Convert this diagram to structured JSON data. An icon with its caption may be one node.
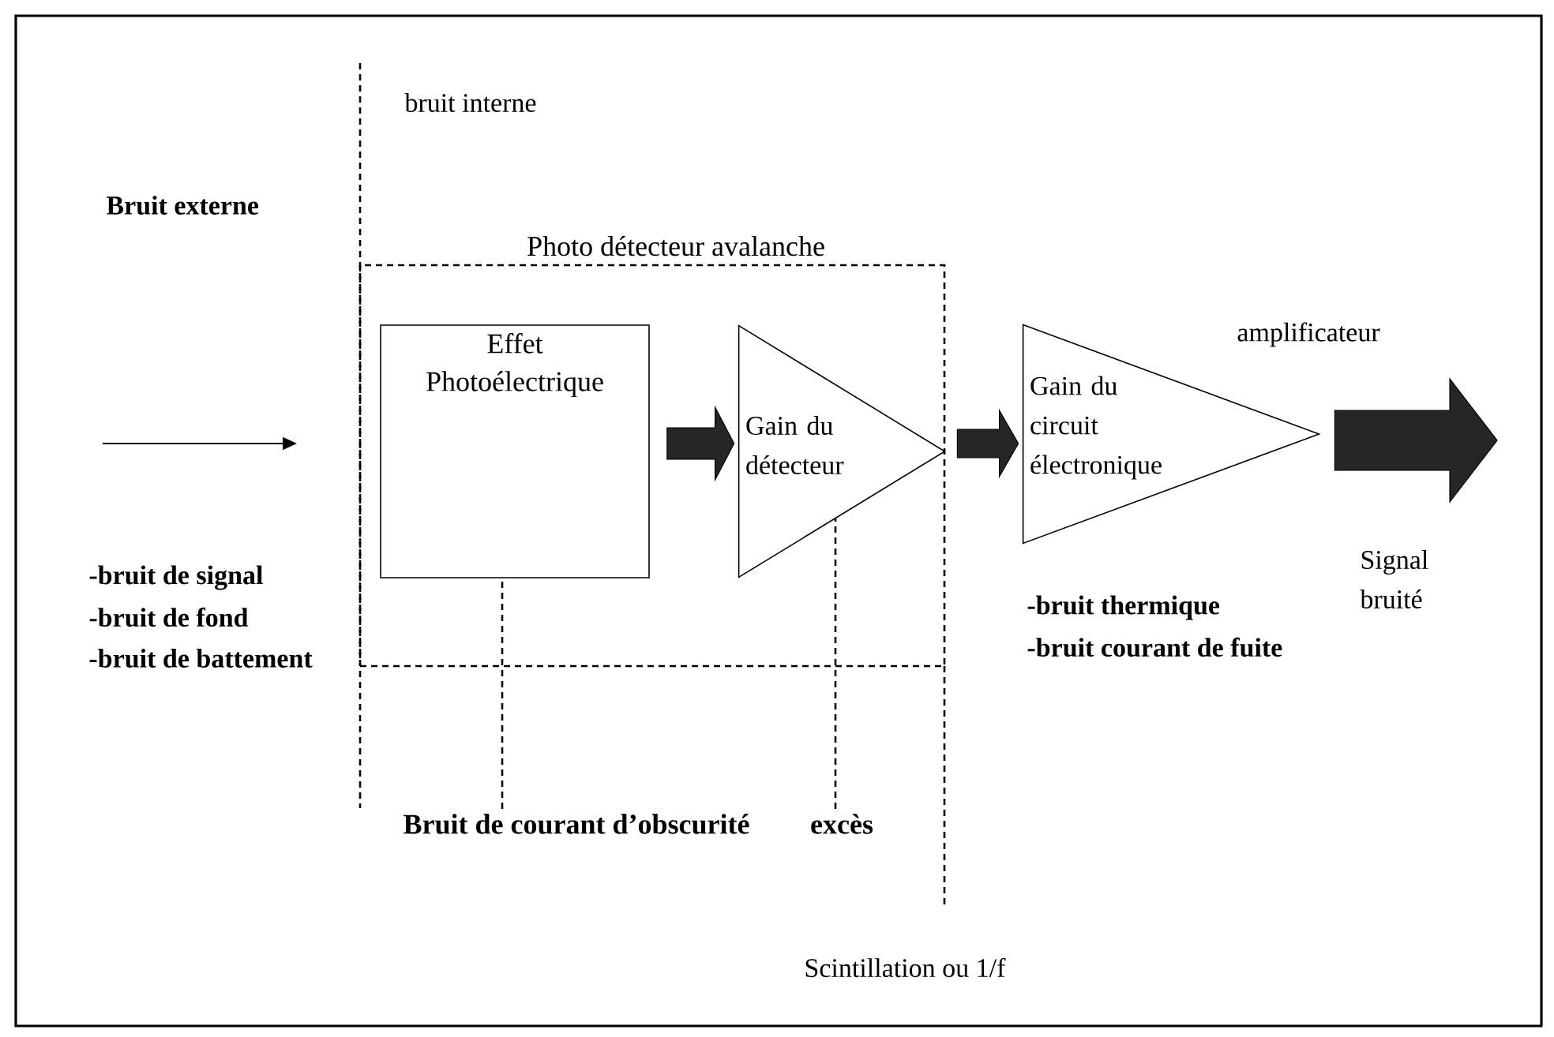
{
  "diagram": {
    "nodes": [
      {
        "text": [
          "Photo détecteur avalanche"
        ]
      },
      {
        "text": [
          "Effet Photoélectrique"
        ],
        "in": 0
      },
      {
        "text": [
          "Gain du détecteur"
        ],
        "in": 0
      },
      {
        "text": [
          "Gain du circuit électronique"
        ]
      },
      {
        "text": [
          "Bruit de courant d’obscurité"
        ]
      },
      {
        "text": [
          "excès"
        ]
      }
    ],
    "edges": [
      {
        "from": 1,
        "to": 2,
        "arrow": "to",
        "style": "thick"
      },
      {
        "from": 2,
        "to": 3,
        "arrow": "to",
        "style": "thick"
      },
      {
        "from": 3,
        "to": null,
        "arrow": "to",
        "style": "thick"
      },
      {
        "from": 4,
        "to": 1,
        "arrow": "none",
        "style": "dashed"
      },
      {
        "from": 5,
        "to": 2,
        "arrow": "none",
        "style": "dashed"
      }
    ],
    "labels": [
      "bruit interne",
      "Bruit externe",
      "amplificateur",
      "-bruit de signal",
      "-bruit de fond",
      "-bruit de battement",
      "-bruit thermique",
      "-bruit courant de fuite",
      "Signal bruité",
      "Scintillation ou 1/f"
    ]
  }
}
